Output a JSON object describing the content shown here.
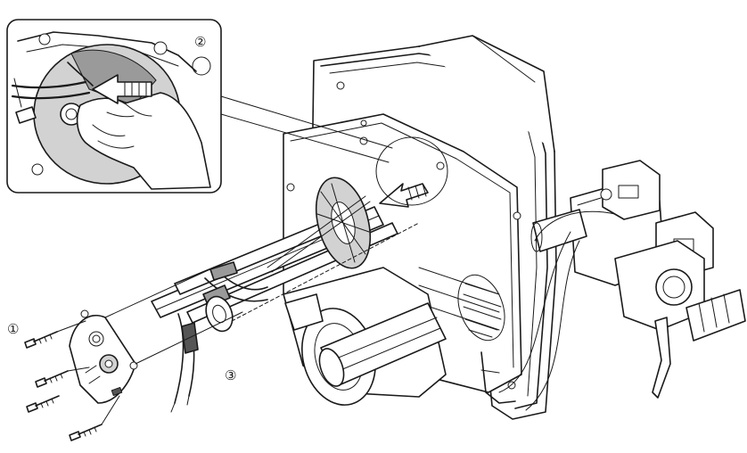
{
  "callouts": [
    {
      "id": 1,
      "label": "①"
    },
    {
      "id": 2,
      "label": "②"
    },
    {
      "id": 3,
      "label": "③"
    }
  ],
  "icons": {
    "direction_arrow": "left-pointing-hatched-arrow-icon"
  },
  "colors": {
    "line": "#1a1a1a",
    "shade": "#9a9a9a",
    "light_shade": "#d2d2d2",
    "background": "#ffffff"
  }
}
